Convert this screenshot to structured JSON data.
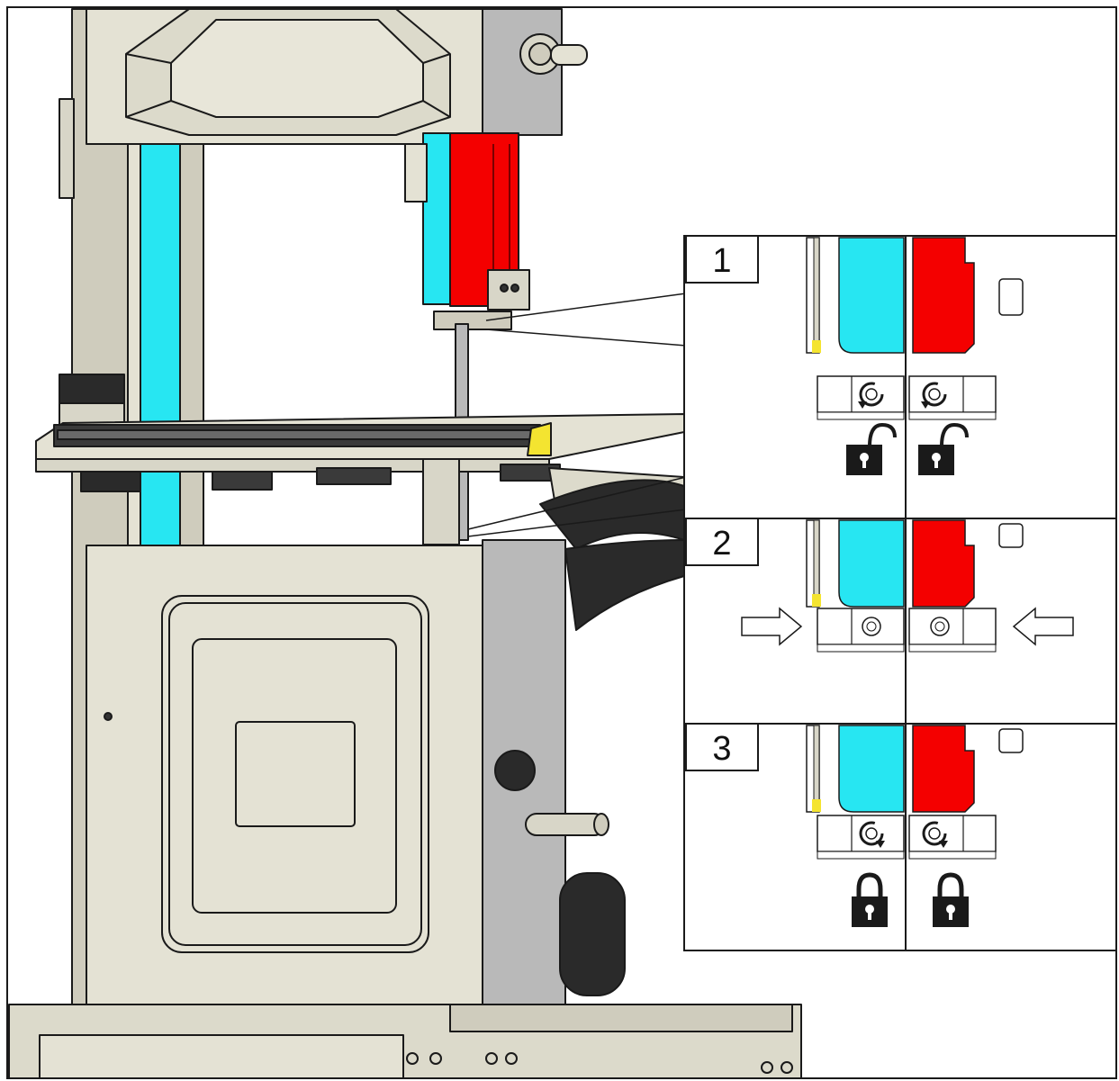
{
  "colors": {
    "body": "#e4e2d4",
    "body_shade": "#cfccbd",
    "steel": "#b9b9b9",
    "steel_dark": "#8e8e8e",
    "line": "#1a1a1a",
    "guide_left": "#27e6f2",
    "guide_right": "#f40000",
    "marker_yellow": "#f4e430",
    "lock": "#1a1a1a"
  },
  "steps": [
    {
      "number": "1",
      "action": "unlock",
      "lock_state": "open"
    },
    {
      "number": "2",
      "action": "push-inward",
      "lock_state": "none"
    },
    {
      "number": "3",
      "action": "lock",
      "lock_state": "closed"
    }
  ],
  "icons": [
    "open-padlock-icon",
    "closed-padlock-icon",
    "arrow-right-icon",
    "arrow-left-icon",
    "rotate-icon"
  ]
}
